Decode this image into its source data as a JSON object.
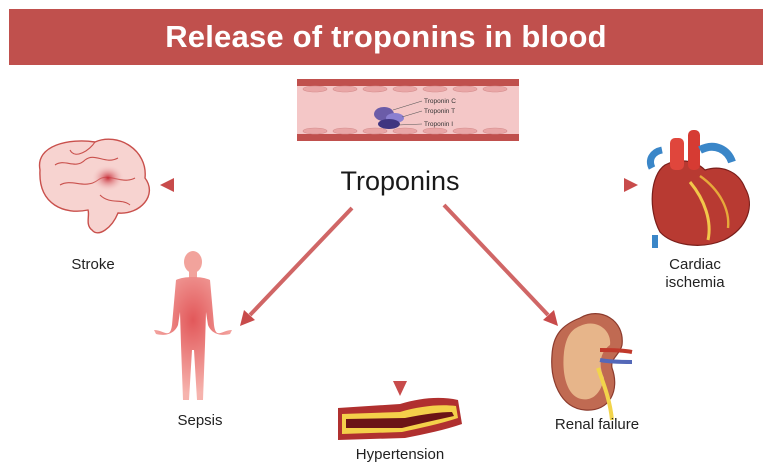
{
  "title": "Release of troponins in blood",
  "center": "Troponins",
  "vessel_labels": [
    "Troponin C",
    "Troponin T",
    "Troponin I"
  ],
  "targets": {
    "stroke": "Stroke",
    "sepsis": "Sepsis",
    "hypertension": "Hypertension",
    "renal": "Renal failure",
    "cardiac": "Cardiac\nischemia"
  },
  "colors": {
    "banner": "#c0504d",
    "arrow": "#c84b4b"
  }
}
